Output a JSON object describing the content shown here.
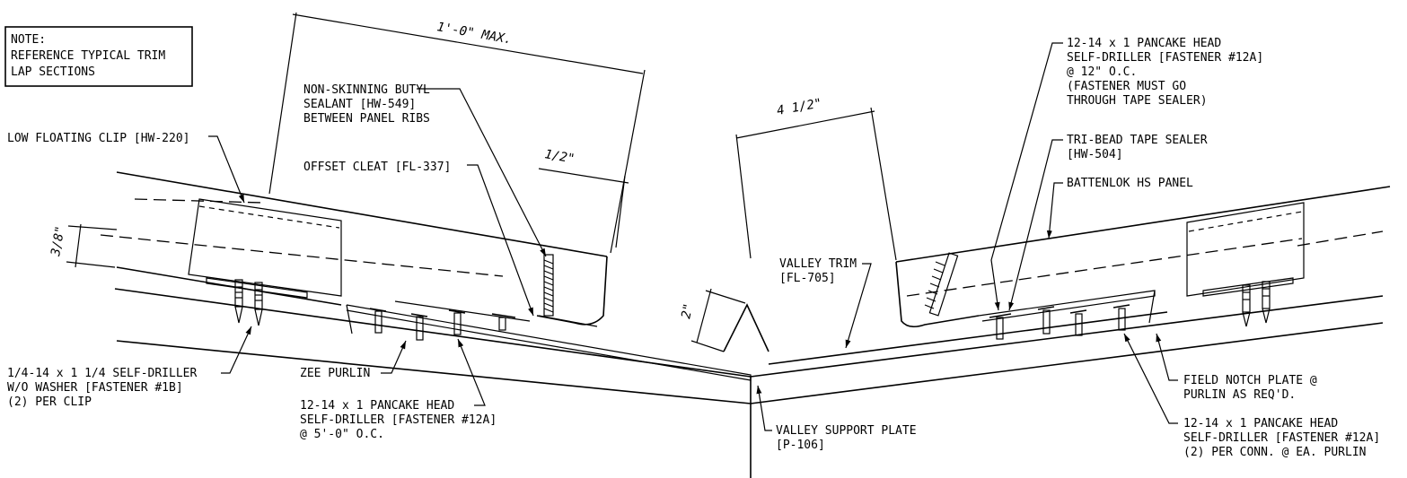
{
  "note": [
    "NOTE:",
    "REFERENCE TYPICAL TRIM",
    "LAP SECTIONS"
  ],
  "dimensions": {
    "one_foot_max": "1'-0\" MAX.",
    "half_inch": "1/2\"",
    "four_half": "4 1/2\"",
    "three_eighths": "3/8\"",
    "two_inch": "2\""
  },
  "callouts": {
    "low_floating_clip": [
      "LOW FLOATING CLIP [HW-220]"
    ],
    "butyl_sealant": [
      "NON-SKINNING BUTYL",
      "SEALANT [HW-549]",
      "BETWEEN PANEL RIBS"
    ],
    "offset_cleat": [
      "OFFSET CLEAT [FL-337]"
    ],
    "self_driller_1b": [
      "1/4-14 x 1 1/4 SELF-DRILLER",
      "W/O WASHER [FASTENER #1B]",
      "(2) PER CLIP"
    ],
    "zee_purlin": [
      "ZEE PURLIN"
    ],
    "pancake_5ft": [
      "12-14 x 1 PANCAKE HEAD",
      "SELF-DRILLER [FASTENER #12A]",
      "@ 5'-0\" O.C."
    ],
    "valley_trim": [
      "VALLEY TRIM",
      "[FL-705]"
    ],
    "valley_support_plate": [
      "VALLEY SUPPORT PLATE",
      "[P-106]"
    ],
    "pancake_12in": [
      "12-14 x 1 PANCAKE HEAD",
      "SELF-DRILLER [FASTENER #12A]",
      "@ 12\" O.C.",
      "(FASTENER MUST GO",
      "THROUGH TAPE SEALER)"
    ],
    "tri_bead": [
      "TRI-BEAD TAPE SEALER",
      "[HW-504]"
    ],
    "battenlok": [
      "BATTENLOK HS PANEL"
    ],
    "field_notch": [
      "FIELD NOTCH PLATE @",
      "PURLIN AS REQ'D."
    ],
    "pancake_per_conn": [
      "12-14 x 1 PANCAKE HEAD",
      "SELF-DRILLER [FASTENER #12A]",
      "(2) PER CONN. @ EA. PURLIN"
    ]
  }
}
